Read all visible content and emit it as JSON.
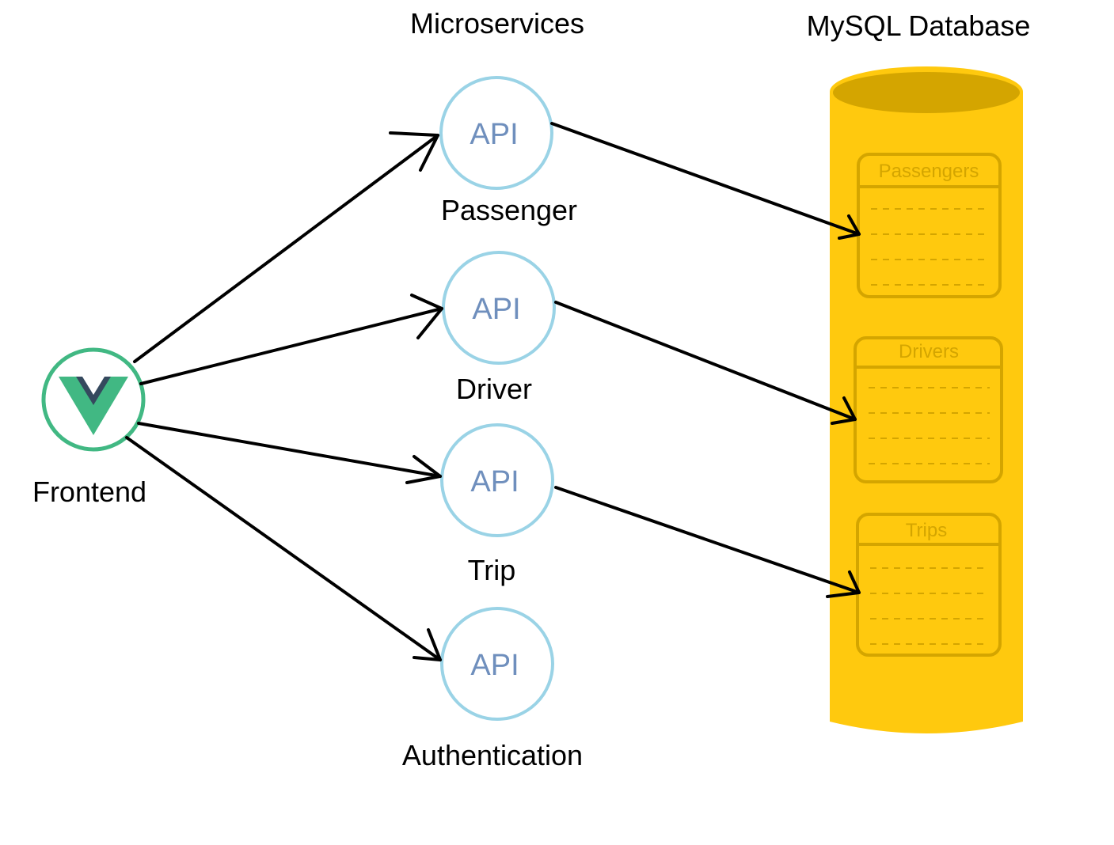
{
  "headings": {
    "microservices": "Microservices",
    "database": "MySQL Database"
  },
  "frontend": {
    "label": "Frontend"
  },
  "services": [
    {
      "api_text": "API",
      "label": "Passenger"
    },
    {
      "api_text": "API",
      "label": "Driver"
    },
    {
      "api_text": "API",
      "label": "Trip"
    },
    {
      "api_text": "API",
      "label": "Authentication"
    }
  ],
  "tables": [
    {
      "name": "Passengers"
    },
    {
      "name": "Drivers"
    },
    {
      "name": "Trips"
    }
  ],
  "colors": {
    "api_circle": "#9ad3e6",
    "api_text": "#6f8fbd",
    "vue_green": "#41b883",
    "vue_dark": "#35495e",
    "database": "#ffc90e",
    "database_top": "#d4a500",
    "table_outline": "#d4a500",
    "arrow": "#000000"
  }
}
